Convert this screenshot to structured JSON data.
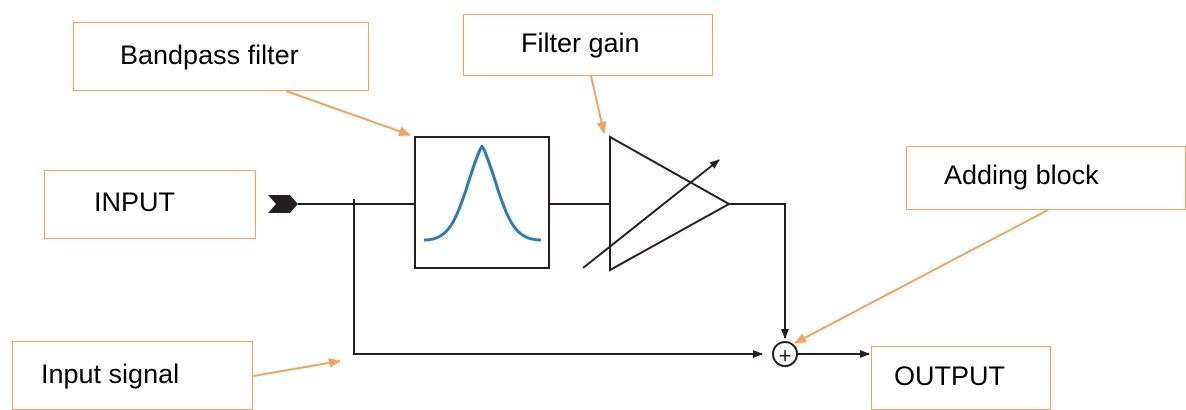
{
  "labels": {
    "bandpass_filter": "Bandpass filter",
    "filter_gain": "Filter gain",
    "input": "INPUT",
    "adding_block": "Adding block",
    "input_signal": "Input signal",
    "output": "OUTPUT",
    "summing_symbol": "+"
  },
  "colors": {
    "line": "#231f20",
    "callout": "#f0a35a",
    "bell_curve": "#2b7bb9",
    "background": "#ffffff"
  }
}
